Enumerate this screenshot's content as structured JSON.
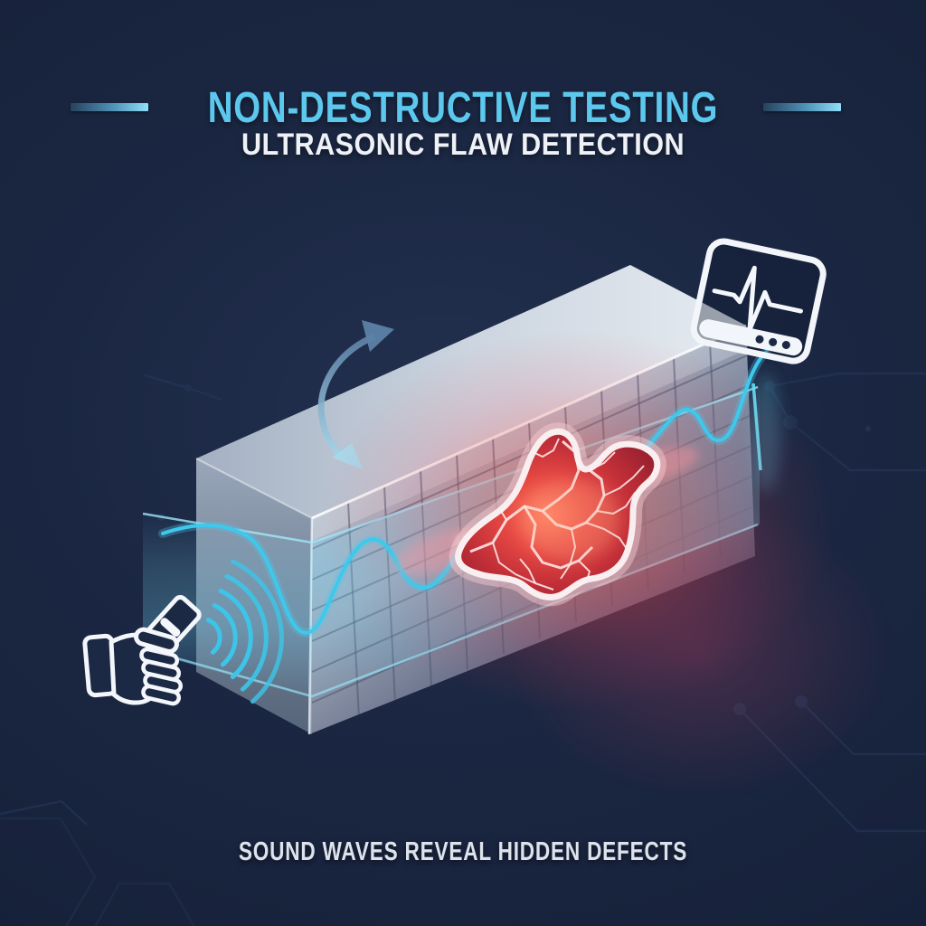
{
  "header": {
    "title": "NON-DESTRUCTIVE TESTING",
    "subtitle": "ULTRASONIC FLAW DETECTION"
  },
  "footer": {
    "caption": "SOUND WAVES REVEAL HIDDEN DEFECTS"
  },
  "colors": {
    "background": "#1b2742",
    "title_blue": "#5cc8ee",
    "text_white": "#eef2f7",
    "wave_cyan": "#3ec9ec",
    "beam_cyan": "#7adcf5",
    "defect_red": "#d93b3f",
    "defect_glow": "#ff5a46",
    "defect_outline": "#f9eef0",
    "block_top": "#dde4ec",
    "block_left": "#7e8ca2",
    "block_front": "#c2cbd8",
    "grid_line": "#5c6785",
    "icon_white": "#f3f6fa",
    "arrow_blue": "#5d82a6",
    "circuit_blue": "#263757"
  },
  "icons": [
    "probe-hand-icon",
    "sound-wave-arcs-icon",
    "rotation-arrow-icon",
    "oscilloscope-icon",
    "defect-blob",
    "test-block",
    "circuit-trace-decor"
  ]
}
